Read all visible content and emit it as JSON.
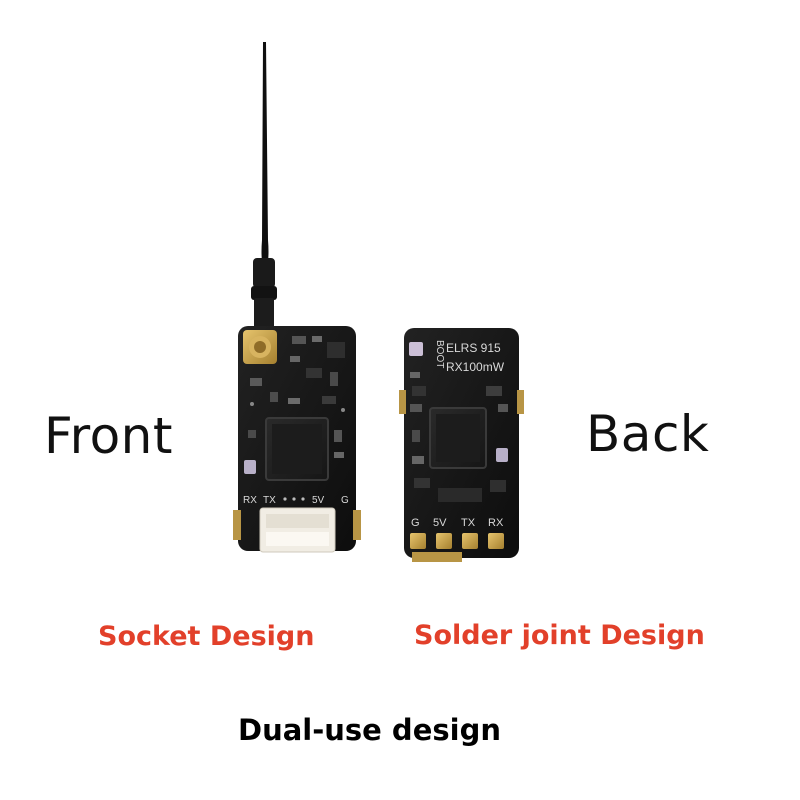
{
  "labels": {
    "front": "Front",
    "back": "Back"
  },
  "captions": {
    "socket": "Socket Design",
    "solder": "Solder joint Design",
    "dual": "Dual-use design"
  },
  "front_board": {
    "pins": [
      "RX",
      "TX",
      "5V",
      "G"
    ]
  },
  "back_board": {
    "model_line1": "ELRS  915",
    "model_line2": "RX100mW",
    "boot_label": "BOOT",
    "pads": [
      "G",
      "5V",
      "TX",
      "RX"
    ]
  },
  "colors": {
    "caption_red": "#e2402a",
    "text_dark": "#111111",
    "pcb": "#151515",
    "gold": "#c9a24a",
    "background": "#ffffff"
  }
}
